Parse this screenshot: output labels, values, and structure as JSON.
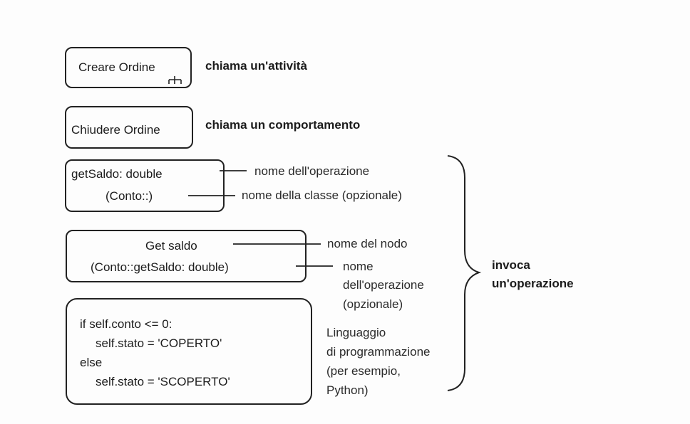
{
  "nodes": {
    "activity_call": {
      "label": "Creare Ordine",
      "caption": "chiama un'attività"
    },
    "behavior_call": {
      "label": "Chiudere Ordine",
      "caption": "chiama un comportamento"
    },
    "operation_call": {
      "line1": "getSaldo: double",
      "line2": "(Conto::)",
      "note_operation_name": "nome dell'operazione",
      "note_class_name": "nome della classe (opzionale)"
    },
    "named_node": {
      "line1": "Get saldo",
      "line2": "(Conto::getSaldo: double)",
      "note_node_name": "nome del nodo",
      "note_operation_line1": "nome",
      "note_operation_line2": "dell'operazione",
      "note_operation_line3": "(opzionale)"
    },
    "code_node": {
      "line1": "if self.conto <= 0:",
      "line2": "self.stato = 'COPERTO'",
      "line3": "else",
      "line4": "self.stato = 'SCOPERTO'",
      "note_line1": "Linguaggio",
      "note_line2": "di programmazione",
      "note_line3": "(per esempio,",
      "note_line4": "Python)"
    }
  },
  "brace_label": {
    "line1": "invoca",
    "line2": "un'operazione"
  }
}
